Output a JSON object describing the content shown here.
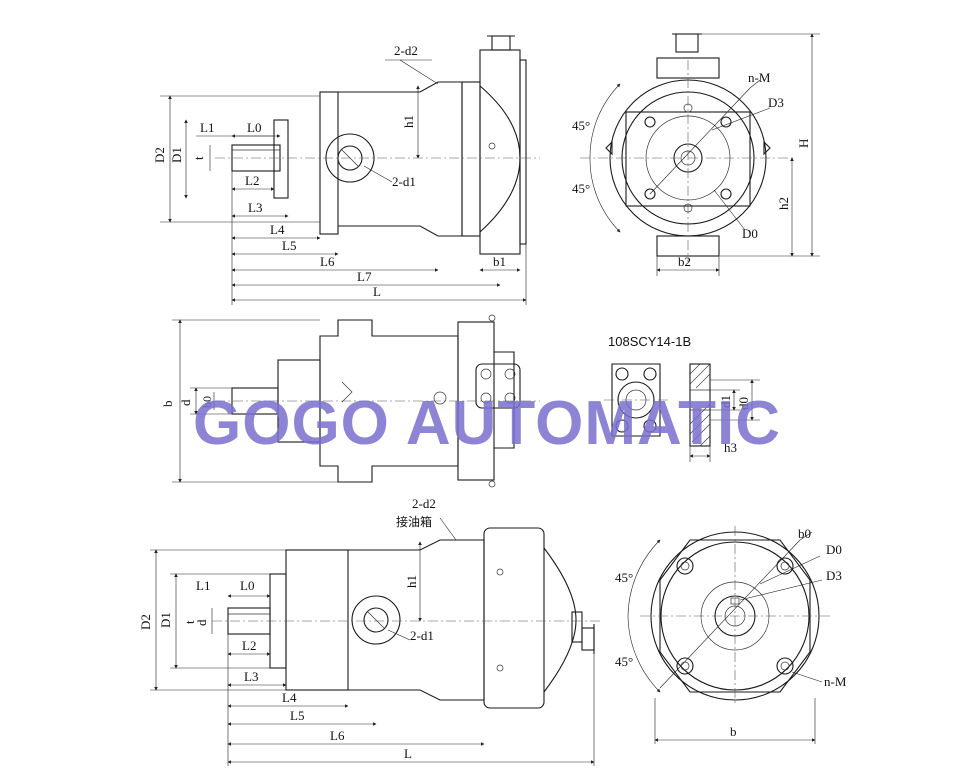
{
  "watermark": "GOGO AUTOMATIC",
  "model": "108SCY14-1B",
  "oil_port_note": "接油箱",
  "colors": {
    "line": "#1a1a1a",
    "watermark": "#7a6fd0",
    "background": "#ffffff"
  },
  "labels": {
    "d2_2": "2-d2",
    "h1": "h1",
    "L1": "L1",
    "L0": "L0",
    "D2": "D2",
    "D1": "D1",
    "t": "t",
    "d1_2": "2-d1",
    "L2": "L2",
    "L3": "L3",
    "L4": "L4",
    "L5": "L5",
    "L6": "L6",
    "L7": "L7",
    "L": "L",
    "b1": "b1",
    "angle45": "45°",
    "nM": "n-M",
    "D3": "D3",
    "D0": "D0",
    "H": "H",
    "h2": "h2",
    "b2": "b2",
    "b": "b",
    "d": "d",
    "b0": "b0",
    "d1": "d1",
    "d0": "d0",
    "h3": "h3"
  }
}
